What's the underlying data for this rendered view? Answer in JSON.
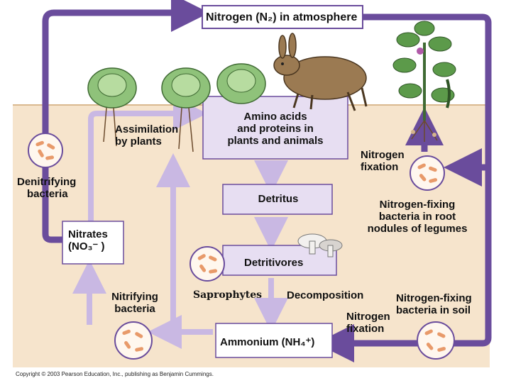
{
  "labels": {
    "atmosphere": "Nitrogen (N₂) in atmosphere",
    "amino_l1": "Amino acids",
    "amino_l2": "and proteins in",
    "amino_l3": "plants and animals",
    "assim_l1": "Assimilation",
    "assim_l2": "by plants",
    "denit_l1": "Denitrifying",
    "denit_l2": "bacteria",
    "nitrates_l1": "Nitrates",
    "nitrates_l2": "(NO₃⁻ )",
    "nitrifying_l1": "Nitrifying",
    "nitrifying_l2": "bacteria",
    "detritus": "Detritus",
    "detritivores": "Detritivores",
    "saprophytes": "Saprophytes",
    "decomposition": "Decomposition",
    "ammonium": "Ammonium (NH₄⁺)",
    "nfix_top_l1": "Nitrogen",
    "nfix_top_l2": "fixation",
    "nfix_legume_l1": "Nitrogen-fixing",
    "nfix_legume_l2": "bacteria in root",
    "nfix_legume_l3": "nodules of legumes",
    "nfix_bottom_l1": "Nitrogen",
    "nfix_bottom_l2": "fixation",
    "nfix_soil_l1": "Nitrogen-fixing",
    "nfix_soil_l2": "bacteria in soil"
  },
  "copyright": "Copyright © 2003 Pearson Education, Inc., publishing as Benjamin Cummings.",
  "colors": {
    "soil": "#f6e4cc",
    "sky": "#ffffff",
    "arrow": "#6a4c9c",
    "arrow_light": "#c9b8e3",
    "box": "#e7def2",
    "box_border": "#6a4c9c",
    "bacteria": "#e89a6a"
  }
}
